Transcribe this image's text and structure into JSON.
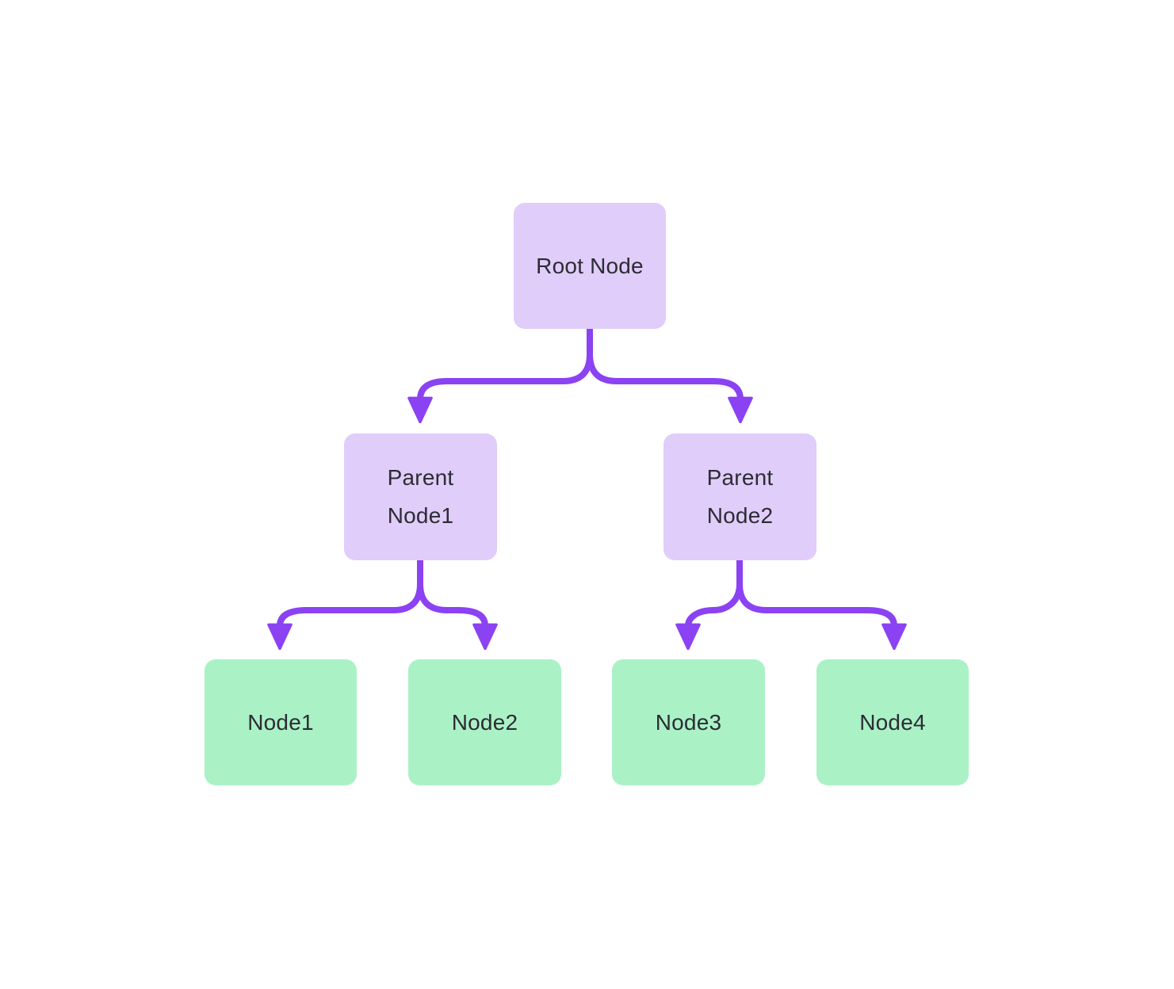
{
  "colors": {
    "bg": "#ffffff",
    "parent_fill": "#e0cdfa",
    "leaf_fill": "#aaf2c6",
    "edge_color": "#8b42f2",
    "text_color": "#2c2c34"
  },
  "diagram": {
    "type": "tree",
    "nodes": {
      "root": {
        "label": "Root Node",
        "kind": "parent"
      },
      "parent1": {
        "label": "Parent Node1",
        "kind": "parent"
      },
      "parent2": {
        "label": "Parent Node2",
        "kind": "parent"
      },
      "leaf1": {
        "label": "Node1",
        "kind": "leaf"
      },
      "leaf2": {
        "label": "Node2",
        "kind": "leaf"
      },
      "leaf3": {
        "label": "Node3",
        "kind": "leaf"
      },
      "leaf4": {
        "label": "Node4",
        "kind": "leaf"
      }
    },
    "edges": [
      {
        "from": "root",
        "to": "parent1"
      },
      {
        "from": "root",
        "to": "parent2"
      },
      {
        "from": "parent1",
        "to": "leaf1"
      },
      {
        "from": "parent1",
        "to": "leaf2"
      },
      {
        "from": "parent2",
        "to": "leaf3"
      },
      {
        "from": "parent2",
        "to": "leaf4"
      }
    ]
  }
}
